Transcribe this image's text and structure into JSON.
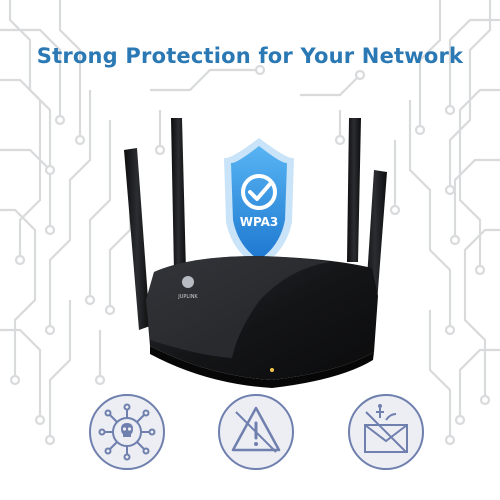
{
  "headline": "Strong Protection for Your Network",
  "shield_label": "WPA3",
  "router_brand": "JUPLINK",
  "colors": {
    "headline": "#2a78b4",
    "shield": "#2a8fe0",
    "router": "#151618",
    "icon_stroke": "#6f7fae",
    "icon_fill": "#eceef3",
    "circuit": "#d9dadc"
  },
  "icons": [
    "virus-skull-icon",
    "warning-triangle-icon",
    "blocked-mail-icon"
  ]
}
